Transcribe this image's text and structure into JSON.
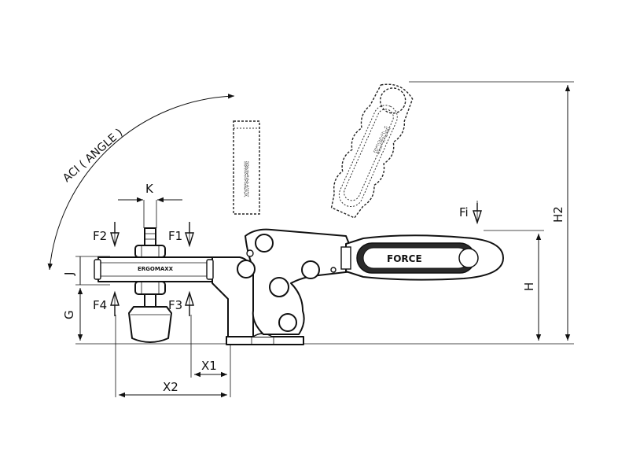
{
  "labels": {
    "angle": "ACI ( ANGLE )",
    "k": "K",
    "f1": "F1",
    "f2": "F2",
    "f3": "F3",
    "f4": "F4",
    "fi": "Fi",
    "j": "J",
    "g": "G",
    "h": "H",
    "h2": "H2",
    "x1": "X1",
    "x2": "X2"
  },
  "brand": {
    "handle_text": "FORCE",
    "spindle_text": "ERGOMAXX",
    "arm_text": "ERGOMAXX"
  },
  "colors": {
    "line": "#111111",
    "background": "#ffffff",
    "handle_fill": "#2a2a2a"
  }
}
